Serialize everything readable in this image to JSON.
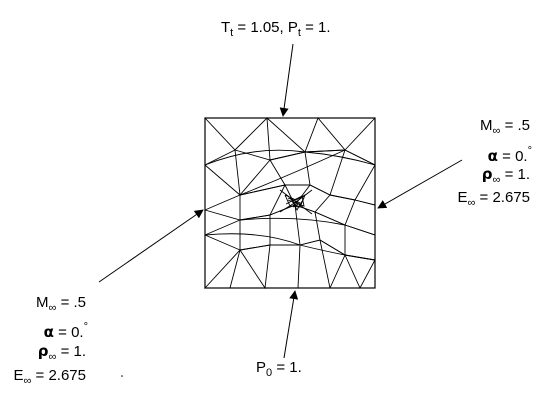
{
  "top_bc": {
    "t_sym": "T",
    "t_sub": "t",
    "t_val": "= 1.05,",
    "p_sym": "P",
    "p_sub": "t",
    "p_val": "= 1."
  },
  "right_bc": {
    "mach": {
      "sym": "M",
      "sub": "∞",
      "val": "= .5"
    },
    "alpha": {
      "sym": "α",
      "val": "= 0.",
      "deg": "°"
    },
    "rho": {
      "sym": "ρ",
      "sub": "∞",
      "val": "= 1."
    },
    "energy": {
      "sym": "E",
      "sub": "∞",
      "val": "= 2.675"
    }
  },
  "left_bc": {
    "mach": {
      "sym": "M",
      "sub": "∞",
      "val": "= .5"
    },
    "alpha": {
      "sym": "α",
      "val": "= 0.",
      "deg": "°"
    },
    "rho": {
      "sym": "ρ",
      "sub": "∞",
      "val": "= 1."
    },
    "energy": {
      "sym": "E",
      "sub": "∞",
      "val": "= 2.675"
    }
  },
  "bottom_bc": {
    "p_sym": "P",
    "p_sub": "0",
    "p_val": "= 1."
  },
  "colors": {
    "line": "#000000",
    "background": "#ffffff"
  }
}
